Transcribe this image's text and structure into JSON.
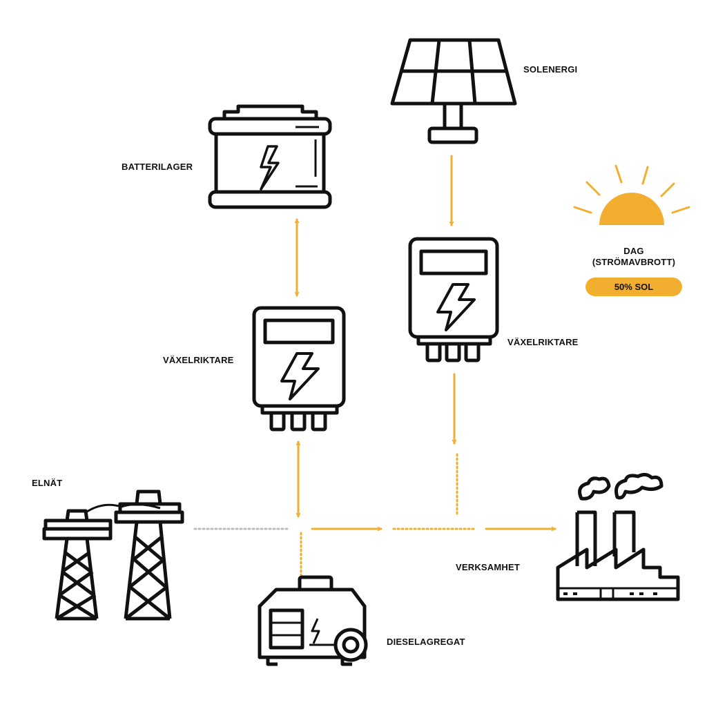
{
  "labels": {
    "battery": "BATTERILAGER",
    "solar": "SOLENERGI",
    "inverter_left": "VÄXELRIKTARE",
    "inverter_right": "VÄXELRIKTARE",
    "grid": "ELNÄT",
    "business": "VERKSAMHET",
    "generator": "DIESELAGREGAT"
  },
  "status": {
    "mode_line1": "DAG",
    "mode_line2": "(STRÖMAVBROTT)",
    "solar_share": "50% SOL"
  },
  "icons": {
    "battery": "battery-icon",
    "solar": "solar-panel-icon",
    "inverter": "inverter-icon",
    "grid": "power-pylon-icon",
    "generator": "diesel-generator-icon",
    "business": "factory-icon",
    "sun": "sun-icon"
  },
  "colors": {
    "accent": "#F2AE2E",
    "inactive": "#BDBDBD",
    "line": "#111111"
  }
}
